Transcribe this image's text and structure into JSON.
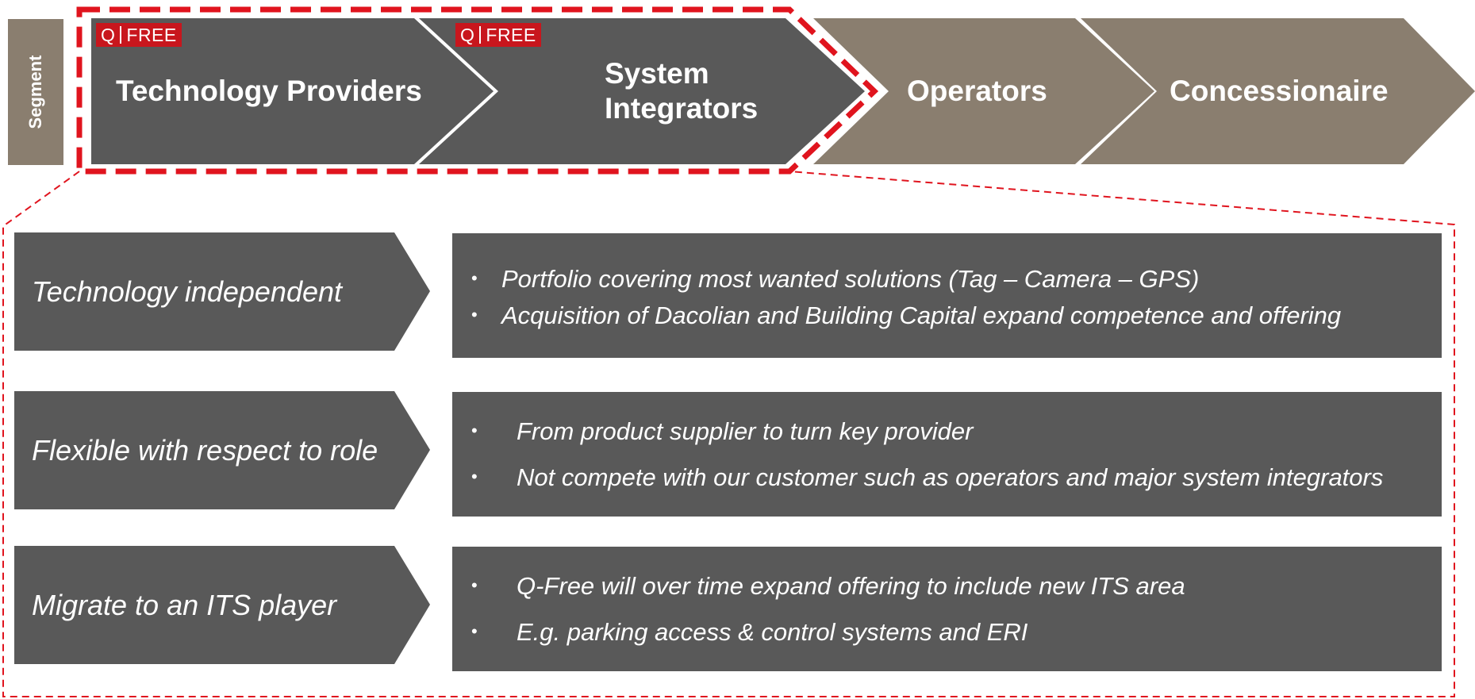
{
  "segment_label": "Segment",
  "badge": {
    "q": "Q",
    "free": "FREE"
  },
  "chain": [
    {
      "label": "Technology Providers",
      "badge": true,
      "highlighted": true
    },
    {
      "label": "System Integrators",
      "badge": true,
      "highlighted": true
    },
    {
      "label": "Operators",
      "badge": false,
      "highlighted": false
    },
    {
      "label": "Concessionaire",
      "badge": false,
      "highlighted": false
    }
  ],
  "rows": [
    {
      "heading": "Technology independent",
      "bullets": [
        "Portfolio covering most wanted  solutions (Tag – Camera – GPS)",
        "Acquisition of Dacolian and Building Capital expand competence and offering"
      ]
    },
    {
      "heading": "Flexible with respect to role",
      "bullets": [
        "From product supplier to turn key provider",
        "Not compete with our customer such as operators and major system integrators"
      ]
    },
    {
      "heading": "Migrate to an ITS player",
      "bullets": [
        "Q-Free will over time expand offering to include new ITS area",
        "E.g. parking access & control systems and ERI"
      ]
    }
  ],
  "colors": {
    "dark_gray": "#595959",
    "taupe": "#8a7e6f",
    "highlight_red": "#e0141e",
    "badge_red": "#c8161d"
  }
}
